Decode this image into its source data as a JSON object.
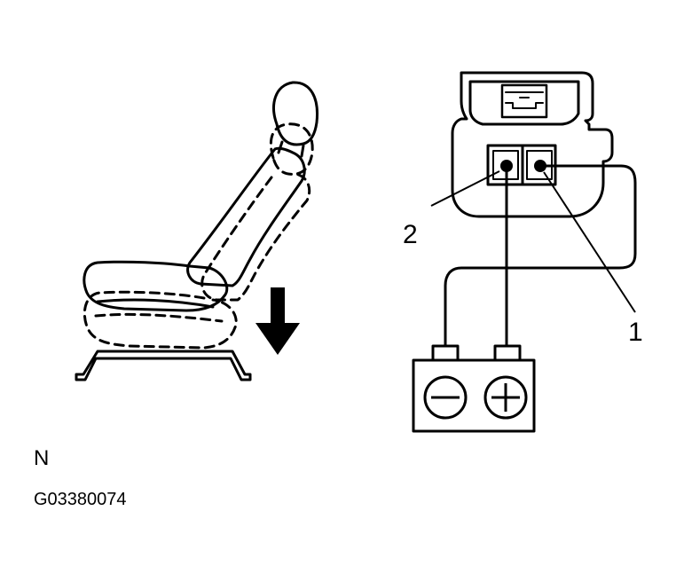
{
  "labels": {
    "terminal_1": "1",
    "terminal_2": "2",
    "view_letter": "N",
    "figure_code": "G03380074"
  },
  "battery": {
    "negative_symbol": "minus-terminal",
    "positive_symbol": "plus-terminal"
  },
  "indicators": {
    "motion_arrow": "down-arrow"
  }
}
